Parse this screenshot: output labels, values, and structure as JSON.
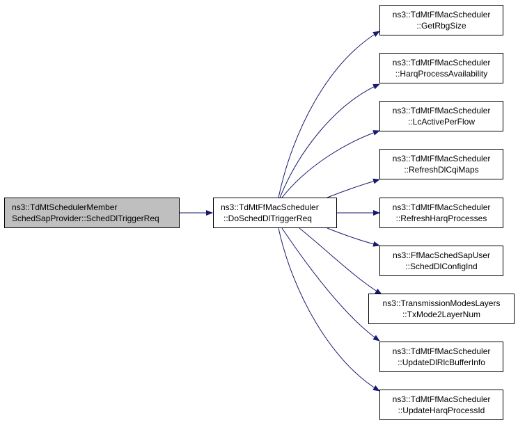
{
  "diagram": {
    "root": {
      "line1": "ns3::TdMtSchedulerMember",
      "line2": "SchedSapProvider::SchedDlTriggerReq"
    },
    "center": {
      "line1": "ns3::TdMtFfMacScheduler",
      "line2": "::DoSchedDlTriggerReq"
    },
    "callees": [
      {
        "line1": "ns3::TdMtFfMacScheduler",
        "line2": "::GetRbgSize"
      },
      {
        "line1": "ns3::TdMtFfMacScheduler",
        "line2": "::HarqProcessAvailability"
      },
      {
        "line1": "ns3::TdMtFfMacScheduler",
        "line2": "::LcActivePerFlow"
      },
      {
        "line1": "ns3::TdMtFfMacScheduler",
        "line2": "::RefreshDlCqiMaps"
      },
      {
        "line1": "ns3::TdMtFfMacScheduler",
        "line2": "::RefreshHarqProcesses"
      },
      {
        "line1": "ns3::FfMacSchedSapUser",
        "line2": "::SchedDlConfigInd"
      },
      {
        "line1": "ns3::TransmissionModesLayers",
        "line2": "::TxMode2LayerNum"
      },
      {
        "line1": "ns3::TdMtFfMacScheduler",
        "line2": "::UpdateDlRlcBufferInfo"
      },
      {
        "line1": "ns3::TdMtFfMacScheduler",
        "line2": "::UpdateHarqProcessId"
      }
    ],
    "colors": {
      "edge": "#191970",
      "root_fill": "#bfbfbf",
      "node_fill": "#ffffff",
      "border": "#000000"
    }
  }
}
